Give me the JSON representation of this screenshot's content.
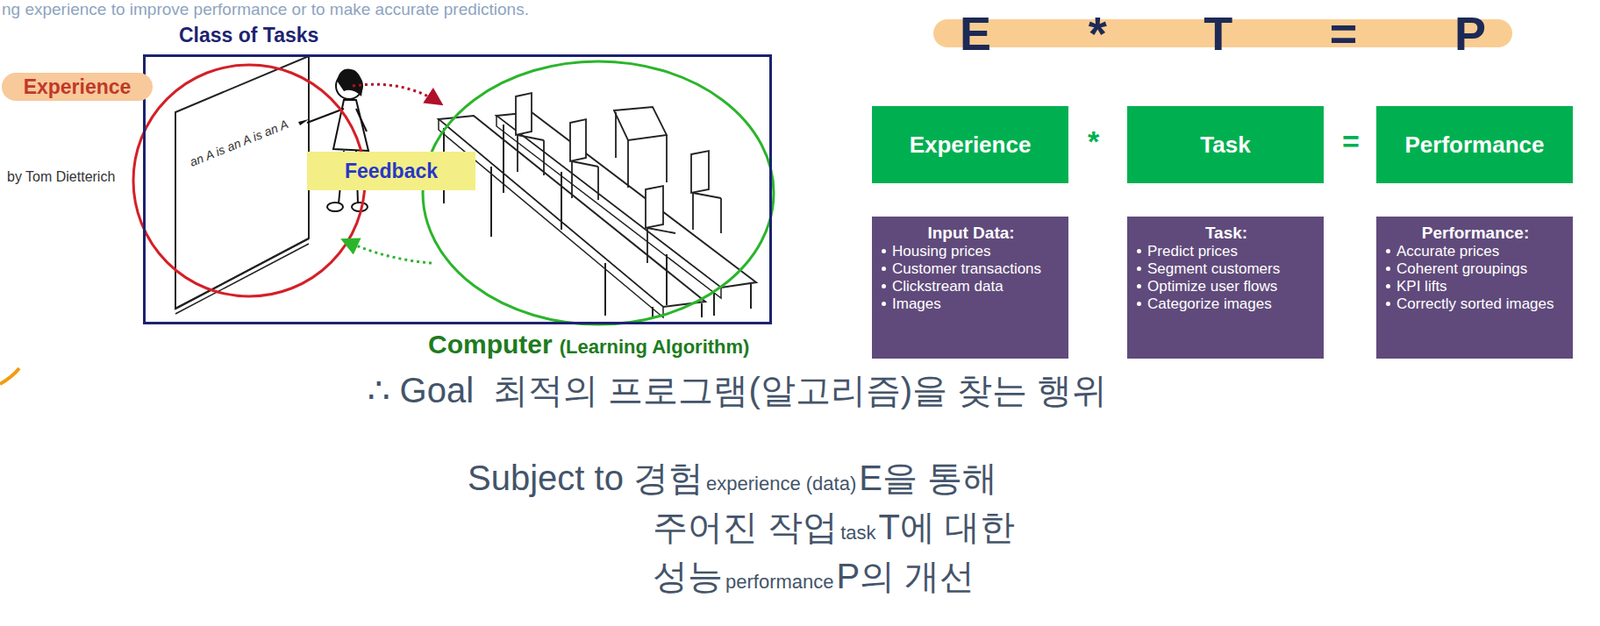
{
  "diagram": {
    "nodes": [
      {
        "text": [
          "Class of Tasks"
        ]
      },
      {
        "text": [
          "Experience"
        ]
      },
      {
        "text": [
          "Feedback"
        ],
        "in": 0
      },
      {
        "text": [
          "E",
          "*",
          "T",
          "=",
          "P"
        ]
      },
      {
        "text": [
          "Experience"
        ]
      },
      {
        "text": [
          "Task"
        ]
      },
      {
        "text": [
          "Performance"
        ]
      },
      {
        "text": [
          "Input Data:",
          "Housing prices",
          "Customer transactions",
          "Clickstream data",
          "Images"
        ]
      },
      {
        "text": [
          "Task:",
          "Predict prices",
          "Segment customers",
          "Optimize user flows",
          "Categorize images"
        ]
      },
      {
        "text": [
          "Performance:",
          "Accurate prices",
          "Coherent groupings",
          "KPI lifts",
          "Correctly sorted images"
        ]
      }
    ],
    "labels": [
      "ng experience to improve performance or to make accurate predictions.",
      "by Tom Dietterich",
      "an A is an A is an A",
      "Computer",
      "(Learning Algorithm)",
      "*",
      "=",
      "∴ Goal  최적의 프로그램(알고리즘)을 찾는 행위",
      "Subject to 경험",
      "experience (data)",
      "E을 통해",
      "주어진 작업",
      "task",
      "T에 대한",
      "성능",
      "performance",
      "P의 개선"
    ]
  }
}
